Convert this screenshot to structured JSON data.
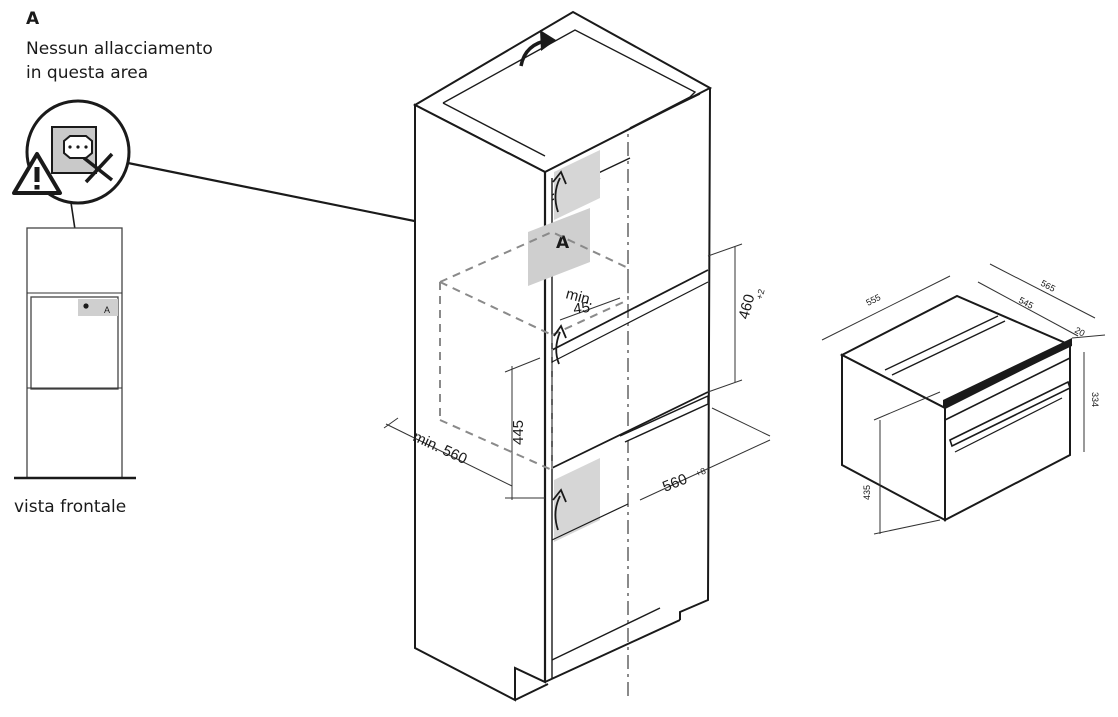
{
  "legend": {
    "letter": "A",
    "line1": "Nessun allacciamento",
    "line2": "in questa area"
  },
  "front_view": {
    "label": "vista frontale",
    "zone_letter": "A"
  },
  "cabinet": {
    "zone_letter": "A",
    "dim_min45_top": "min.",
    "dim_min45_bottom": "45",
    "dim_460": "460",
    "dim_460_tol": "+2",
    "dim_445": "445",
    "dim_min560": "min. 560",
    "dim_560": "560",
    "dim_560_tol": "+8"
  },
  "oven": {
    "dim_555": "555",
    "dim_565": "565",
    "dim_545": "545",
    "dim_20": "20",
    "dim_334": "334",
    "dim_435": "435"
  },
  "icons": {
    "warning": "warning-triangle-icon",
    "socket": "power-socket-icon",
    "prohibited": "cross-icon",
    "airflow": "airflow-arrow-icon",
    "rotate": "rotate-arrow-icon"
  }
}
